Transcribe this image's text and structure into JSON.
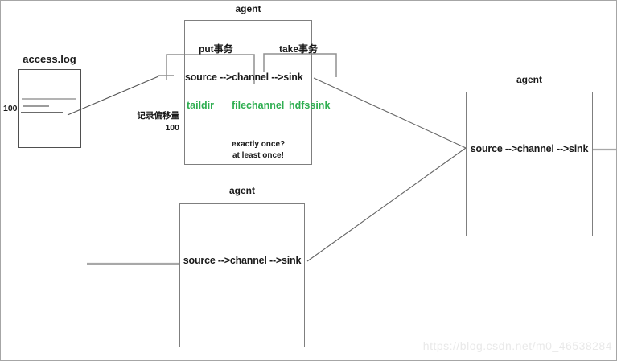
{
  "diagram": {
    "source_file": {
      "title": "access.log",
      "offset_marker": "100"
    },
    "agent_top": {
      "title": "agent",
      "put_transaction_label": "put事务",
      "take_transaction_label": "take事务",
      "pipeline": {
        "source_part": "source -->",
        "channel_part": "channel",
        "sink_part": " -->sink"
      },
      "components": {
        "source": "taildir",
        "channel": "filechannel",
        "sink": "hdfssink"
      },
      "semantics_question": "exactly once?",
      "semantics_answer": "at least once!"
    },
    "offset_note": {
      "line1": "记录偏移量",
      "line2": "100"
    },
    "agent_bottom": {
      "title": "agent",
      "pipeline": "source -->channel -->sink"
    },
    "agent_right": {
      "title": "agent",
      "pipeline": "source -->channel -->sink"
    },
    "watermark": "https://blog.csdn.net/m0_46538284",
    "colors": {
      "component_green": "#2fae51",
      "box_border": "#7f7f7f",
      "connector": "#666666"
    }
  }
}
